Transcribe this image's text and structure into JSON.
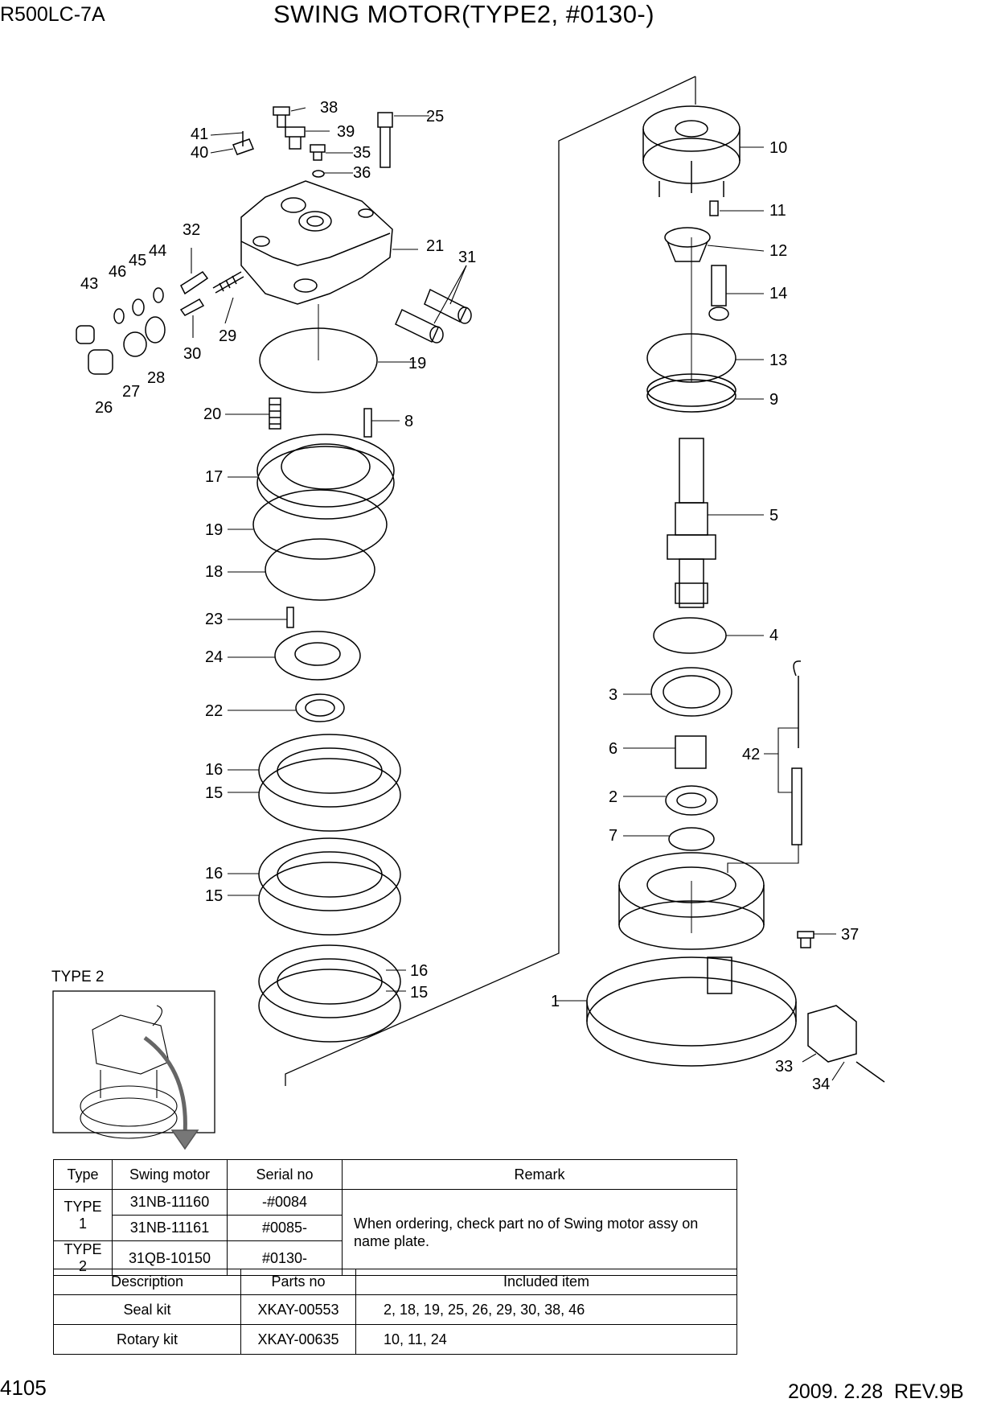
{
  "header": {
    "model": "R500LC-7A",
    "title": "SWING MOTOR(TYPE2, #0130-)"
  },
  "footer": {
    "page": "4105",
    "revision": "2009. 2.28  REV.9B"
  },
  "diagram": {
    "callouts": [
      "38",
      "25",
      "41",
      "39",
      "40",
      "35",
      "36",
      "10",
      "11",
      "32",
      "21",
      "12",
      "45",
      "44",
      "31",
      "46",
      "43",
      "14",
      "29",
      "30",
      "13",
      "19",
      "28",
      "27",
      "9",
      "26",
      "20",
      "8",
      "17",
      "5",
      "19",
      "18",
      "23",
      "4",
      "24",
      "3",
      "22",
      "6",
      "42",
      "16",
      "15",
      "2",
      "7",
      "16",
      "15",
      "37",
      "16",
      "15",
      "1",
      "33",
      "34"
    ]
  },
  "type2_inset": {
    "label": "TYPE 2"
  },
  "type_table": {
    "headers": [
      "Type",
      "Swing motor",
      "Serial no",
      "Remark"
    ],
    "rows": [
      {
        "type": "TYPE 1",
        "motor": "31NB-11160",
        "serial": "-#0084"
      },
      {
        "motor": "31NB-11161",
        "serial": "#0085-"
      },
      {
        "type": "TYPE 2",
        "motor": "31QB-10150",
        "serial": "#0130-"
      }
    ],
    "remark": "When ordering, check part no of Swing motor assy on name plate."
  },
  "kit_table": {
    "headers": [
      "Description",
      "Parts no",
      "Included item"
    ],
    "rows": [
      {
        "description": "Seal kit",
        "parts_no": "XKAY-00553",
        "included": "2, 18, 19, 25, 26, 29, 30, 38, 46"
      },
      {
        "description": "Rotary kit",
        "parts_no": "XKAY-00635",
        "included": "10, 11, 24"
      }
    ]
  }
}
